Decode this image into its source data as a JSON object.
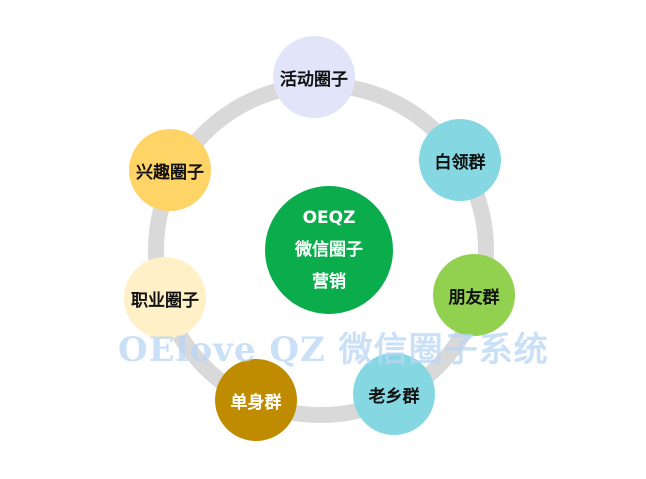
{
  "center": {
    "lines": [
      "OEQZ",
      "微信圈子",
      "营销"
    ],
    "color": "#0aac4c"
  },
  "ring_color": "#d9d9d9",
  "nodes": [
    {
      "label": "活动圈子",
      "color": "#e2e5f9",
      "text_color": "#111111"
    },
    {
      "label": "白领群",
      "color": "#85d7e1",
      "text_color": "#111111"
    },
    {
      "label": "朋友群",
      "color": "#92d050",
      "text_color": "#111111"
    },
    {
      "label": "老乡群",
      "color": "#85d7e1",
      "text_color": "#111111"
    },
    {
      "label": "单身群",
      "color": "#bf8c00",
      "text_color": "#ffffff"
    },
    {
      "label": "职业圈子",
      "color": "#fff0c8",
      "text_color": "#111111"
    },
    {
      "label": "兴趣圈子",
      "color": "#ffd466",
      "text_color": "#111111"
    }
  ],
  "watermark": "OElove QZ 微信圈子系统"
}
